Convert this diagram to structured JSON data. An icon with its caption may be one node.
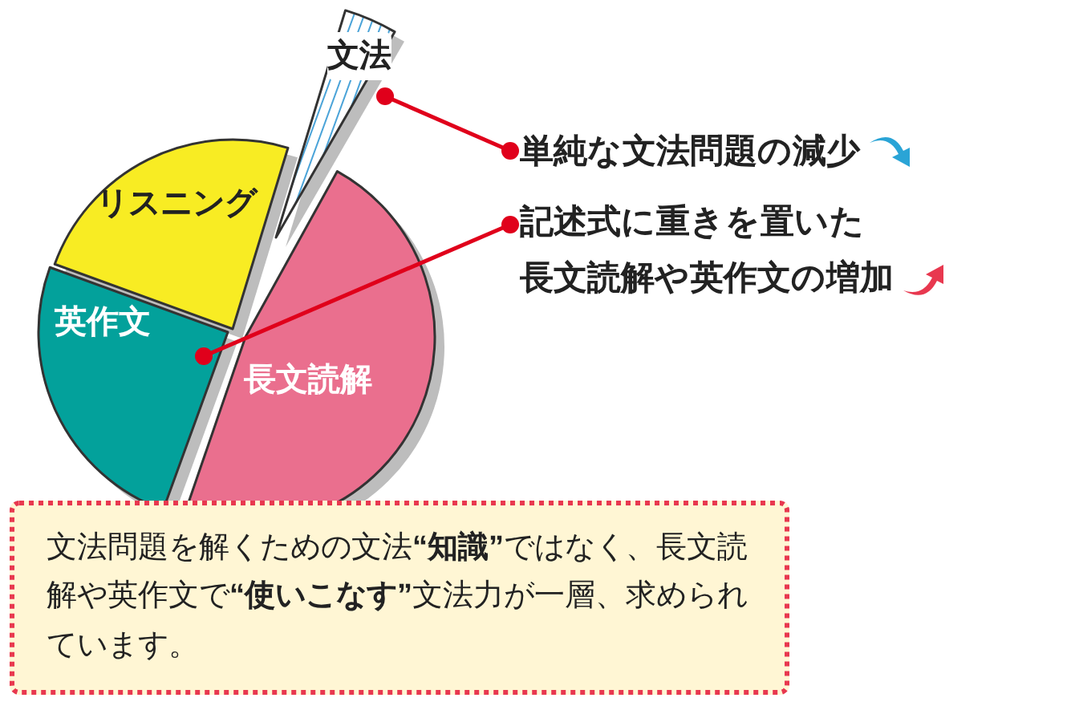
{
  "diagram": {
    "nodes": [
      {
        "text": [
          "文法"
        ]
      },
      {
        "text": [
          "リスニング"
        ]
      },
      {
        "text": [
          "英作文"
        ]
      },
      {
        "text": [
          "長文読解"
        ]
      },
      {
        "text": [
          "単純な文法問題の**減少**"
        ]
      },
      {
        "text": [
          "記述式に重きを置いた",
          "長文読解や英作文の**増加**"
        ]
      },
      {
        "text": [
          "文法問題を解くための文法**“知識”**ではなく、長文読解や英作文で**“使いこなす”**文法力が一層、求められています。"
        ]
      }
    ],
    "edges": [
      {
        "from": 4,
        "to": 0,
        "arrow": "other"
      },
      {
        "from": 5,
        "to": 3,
        "arrow": "other"
      }
    ]
  }
}
